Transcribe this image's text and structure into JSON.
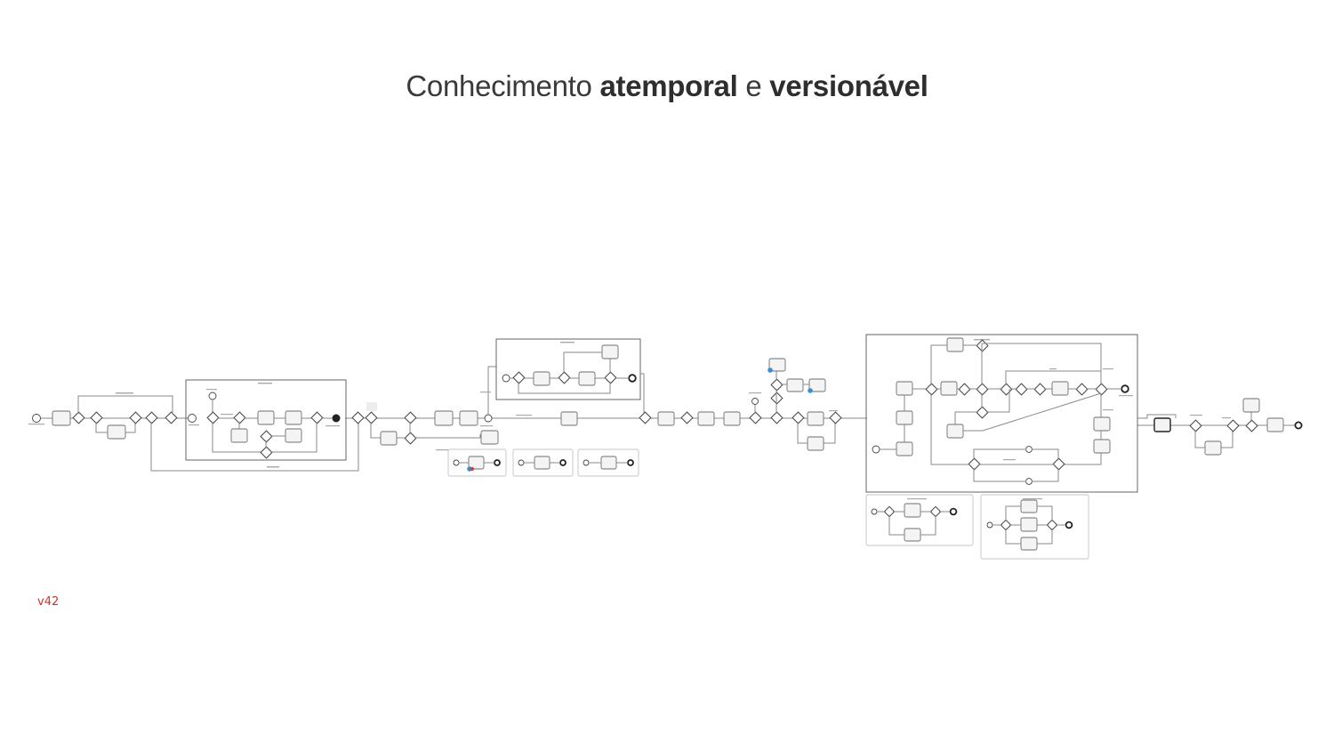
{
  "slide": {
    "title_part1": "Conhecimento ",
    "title_bold1": "atemporal",
    "title_part2": " e ",
    "title_bold2": "versionável",
    "version": "v42"
  },
  "colors": {
    "title": "#3a3a3a",
    "version": "#d0342c",
    "accent_event": "#3a8fd0",
    "accent_marker": "#d04040"
  }
}
